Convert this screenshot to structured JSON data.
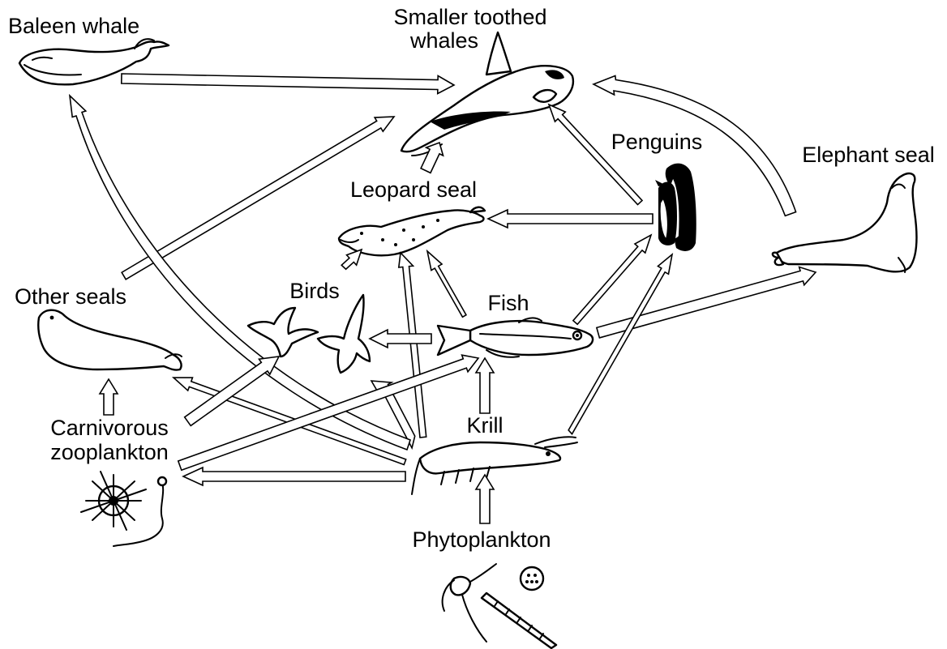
{
  "labels": {
    "baleen_whale": "Baleen whale",
    "toothed_whales_line1": "Smaller toothed",
    "toothed_whales_line2": "whales",
    "penguins": "Penguins",
    "elephant_seal": "Elephant seal",
    "leopard_seal": "Leopard seal",
    "other_seals": "Other seals",
    "birds": "Birds",
    "fish": "Fish",
    "krill": "Krill",
    "carnivorous_line1": "Carnivorous",
    "carnivorous_line2": "zooplankton",
    "phytoplankton": "Phytoplankton"
  },
  "colors": {
    "ink": "#000000",
    "background": "#ffffff"
  },
  "edges": [
    {
      "from": "Baleen whale",
      "to": "Smaller toothed whales"
    },
    {
      "from": "Leopard seal",
      "to": "Smaller toothed whales"
    },
    {
      "from": "Penguins",
      "to": "Smaller toothed whales"
    },
    {
      "from": "Elephant seal",
      "to": "Smaller toothed whales"
    },
    {
      "from": "Other seals",
      "to": "Smaller toothed whales"
    },
    {
      "from": "Penguins",
      "to": "Leopard seal"
    },
    {
      "from": "Birds",
      "to": "Leopard seal"
    },
    {
      "from": "Fish",
      "to": "Leopard seal"
    },
    {
      "from": "Krill",
      "to": "Leopard seal"
    },
    {
      "from": "Fish",
      "to": "Birds"
    },
    {
      "from": "Fish",
      "to": "Penguins"
    },
    {
      "from": "Fish",
      "to": "Elephant seal"
    },
    {
      "from": "Krill",
      "to": "Fish"
    },
    {
      "from": "Krill",
      "to": "Penguins"
    },
    {
      "from": "Krill",
      "to": "Birds"
    },
    {
      "from": "Krill",
      "to": "Baleen whale"
    },
    {
      "from": "Krill",
      "to": "Other seals"
    },
    {
      "from": "Krill",
      "to": "Carnivorous zooplankton"
    },
    {
      "from": "Carnivorous zooplankton",
      "to": "Other seals"
    },
    {
      "from": "Carnivorous zooplankton",
      "to": "Birds"
    },
    {
      "from": "Carnivorous zooplankton",
      "to": "Fish"
    },
    {
      "from": "Phytoplankton",
      "to": "Krill"
    }
  ]
}
